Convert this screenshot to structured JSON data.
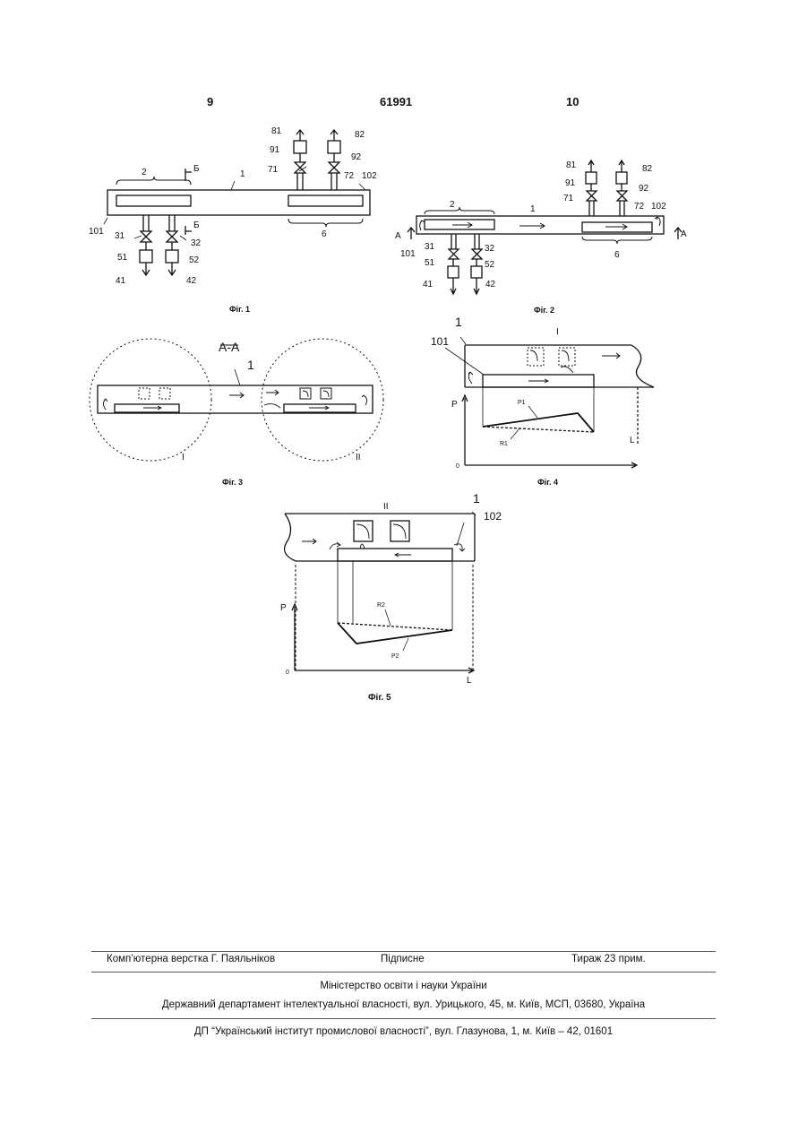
{
  "header": {
    "left_page": "9",
    "patent_no": "61991",
    "right_page": "10"
  },
  "figures": [
    {
      "caption": "Фіг. 1",
      "labels": {
        "tube": "1",
        "zone_a": "2",
        "zone_b": "6",
        "n8_1": "81",
        "n8_2": "82",
        "n9_1": "91",
        "n9_2": "92",
        "n7_1": "71",
        "n7_2": "72",
        "n10_1": "101",
        "n10_2": "102",
        "n3_1": "31",
        "n3_2": "32",
        "n5_1": "51",
        "n5_2": "52",
        "n4_1": "41",
        "n4_2": "42",
        "section_top": "Б",
        "section_bot": "Б"
      }
    },
    {
      "caption": "Фіг. 2",
      "labels": {
        "tube": "1",
        "zone_a": "2",
        "zone_b": "6",
        "n8_1": "81",
        "n8_2": "82",
        "n9_1": "91",
        "n9_2": "92",
        "n7_1": "71",
        "n7_2": "72",
        "n10_1": "101",
        "n10_2": "102",
        "n3_1": "31",
        "n3_2": "32",
        "n5_1": "51",
        "n5_2": "52",
        "n4_1": "41",
        "n4_2": "42",
        "section_l": "А",
        "section_r": "А"
      }
    },
    {
      "caption": "Фіг. 3",
      "labels": {
        "section": "А-А",
        "tube": "1",
        "detail_1": "I",
        "detail_2": "II"
      }
    },
    {
      "caption": "Фіг. 4",
      "labels": {
        "tube": "1",
        "n10_1": "101",
        "detail": "I",
        "axis_p": "P",
        "axis_l": "L",
        "origin": "0",
        "curve_p": "P1",
        "curve_r": "R1"
      }
    },
    {
      "caption": "Фіг. 5",
      "labels": {
        "tube": "1",
        "n10_2": "102",
        "detail": "II",
        "axis_p": "P",
        "axis_l": "L",
        "origin": "0",
        "curve_p": "P2",
        "curve_r": "R2"
      }
    }
  ],
  "footer": {
    "layout": "Комп’ютерна верстка Г. Паяльніков",
    "signed": "Підписне",
    "circulation": "Тираж 23 прим.",
    "ministry": "Міністерство освіти і науки України",
    "department": "Державний департамент інтелектуальної власності, вул. Урицького, 45, м. Київ, МСП, 03680, Україна",
    "institute": "ДП “Український інститут промислової власності”, вул. Глазунова, 1, м. Київ – 42, 01601"
  }
}
